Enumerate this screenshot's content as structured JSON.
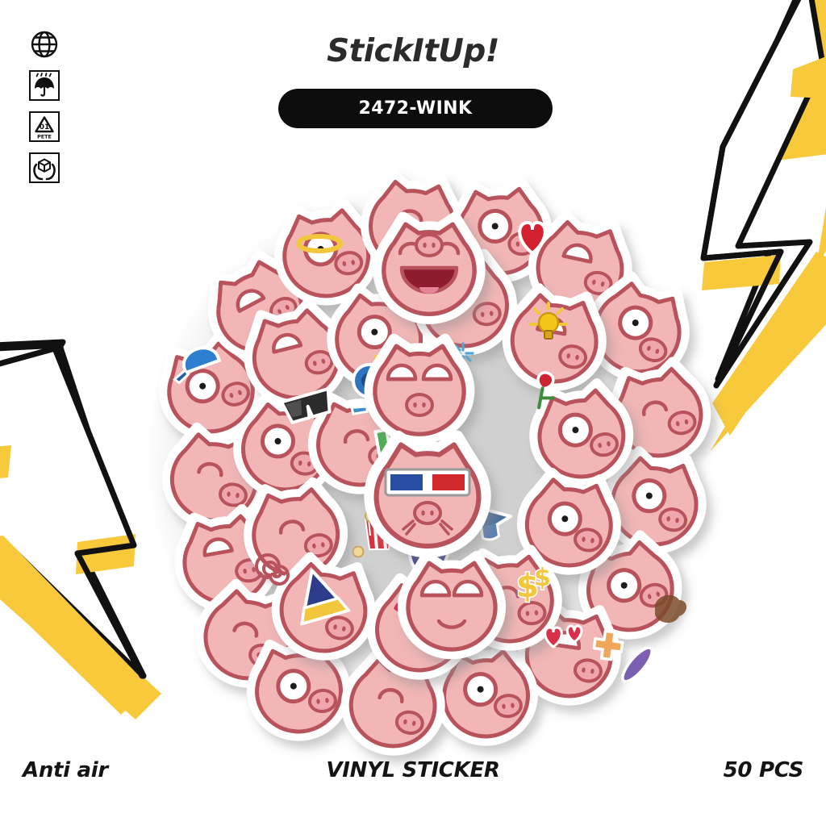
{
  "brand": {
    "name": "StickItUp",
    "bang": "!"
  },
  "code_badge": {
    "label": "2472-WINK"
  },
  "footer": {
    "left": "Anti air",
    "center": "VINYL STICKER",
    "right": "50 PCS"
  },
  "packaging_icons": [
    {
      "name": "globe-icon",
      "label": "Global / worldwide"
    },
    {
      "name": "keep-dry-umbrella-icon",
      "label": "Keep dry"
    },
    {
      "name": "recycle-pete-icon",
      "label": "01 PETE",
      "code": "01",
      "material": "PETE"
    },
    {
      "name": "handle-with-care-icon",
      "label": "Handle with care"
    }
  ],
  "colors": {
    "background": "#ffffff",
    "accent_yellow": "#F8C93B",
    "outline_black": "#111111",
    "badge_black": "#0d0d0d",
    "badge_text": "#ffffff",
    "pig_body": "#F2B6B6",
    "pig_body_light": "#F7C9C9",
    "pig_outline": "#B8525C",
    "pig_snout": "#EFA6AC",
    "die_cut_white": "#ffffff",
    "shadow_grey": "#b9b9b9",
    "text_dark": "#141414"
  },
  "product": {
    "sticker_shape": "die-cut",
    "sticker_count": 50,
    "subject": "pig faces",
    "arrangement": "circular pile"
  },
  "pig_motifs": [
    "laughing-wide-open-mouth",
    "heart-balloon",
    "lightbulb-idea",
    "sleepy-half-closed-eyes",
    "3d-glasses-with-popcorn",
    "sunglasses-cool",
    "angel-halo",
    "star-burst",
    "lipstick-kiss",
    "wizard-hat",
    "spiral-hypnotized",
    "blue-cap",
    "rose-flower",
    "dollar-signs-money",
    "graduation-cap",
    "hearts-in-love",
    "bandage-cross",
    "big-googly-eye",
    "wink",
    "blush",
    "tongue-out",
    "surprised-wide-eyes"
  ]
}
